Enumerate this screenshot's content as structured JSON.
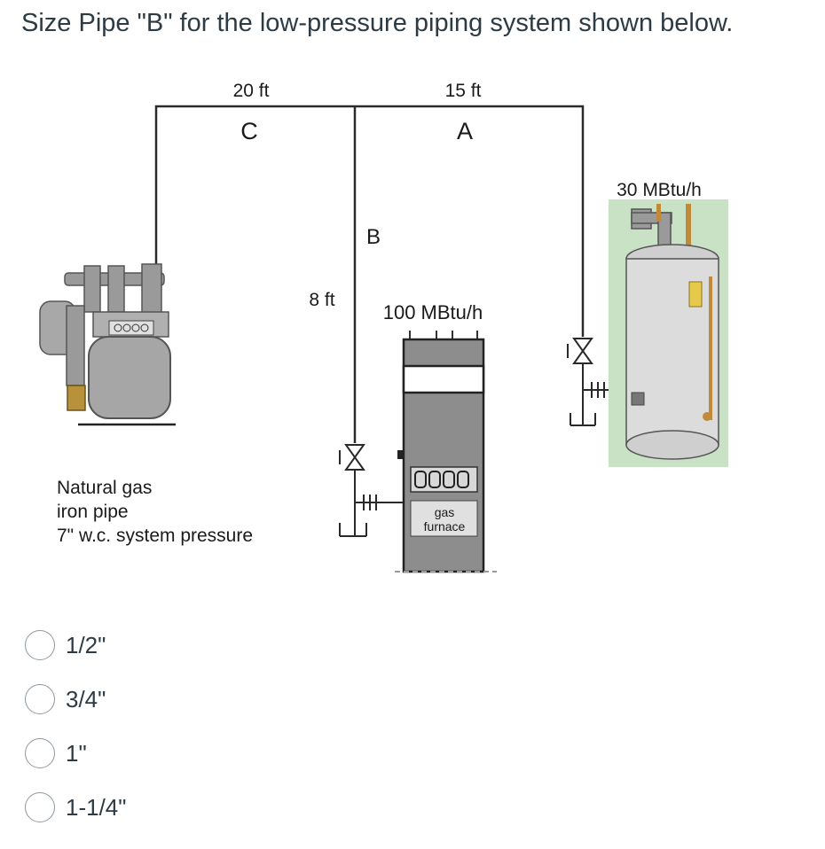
{
  "question": {
    "text": "Size Pipe \"B\" for the low-pressure piping system shown below."
  },
  "diagram": {
    "segment_c_length": "20 ft",
    "segment_c_label": "C",
    "segment_a_length": "15 ft",
    "segment_a_label": "A",
    "segment_b_length": "8 ft",
    "segment_b_label": "B",
    "furnace_load": "100 MBtu/h",
    "furnace_text_1": "gas",
    "furnace_text_2": "furnace",
    "water_heater_load": "30 MBtu/h",
    "system_note_1": "Natural gas",
    "system_note_2": "iron pipe",
    "system_note_3": "7\" w.c. system pressure"
  },
  "answers": [
    {
      "label": "1/2\""
    },
    {
      "label": "3/4\""
    },
    {
      "label": "1\""
    },
    {
      "label": "1-1/4\""
    }
  ],
  "colors": {
    "text": "#2d3b45",
    "pipe": "#2a2a2a",
    "heater_bg": "#c9e2c6",
    "heater_body": "#dcdcdc",
    "furnace_body": "#8d8d8d"
  }
}
